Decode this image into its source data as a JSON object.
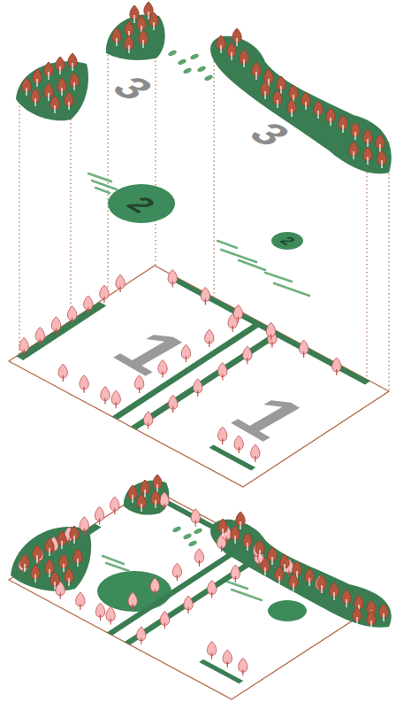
{
  "diagram": {
    "labels": [
      "3",
      "3",
      "2",
      "2",
      "1",
      "1"
    ]
  }
}
